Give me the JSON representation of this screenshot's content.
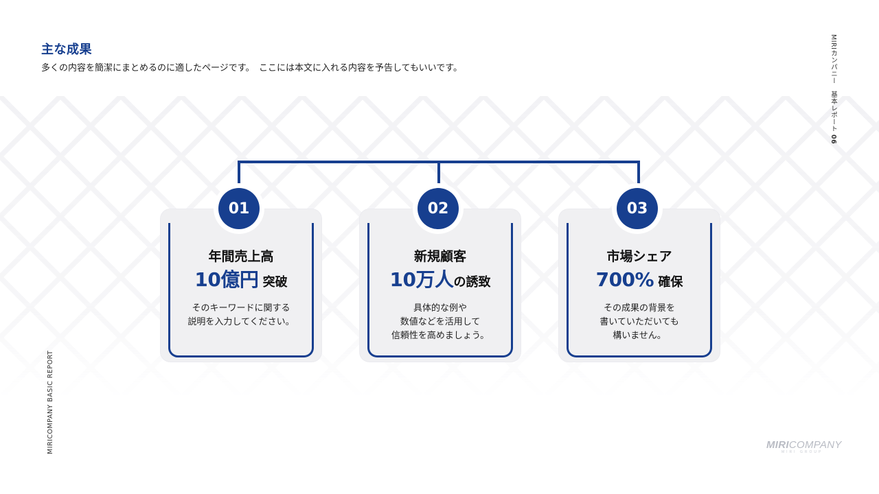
{
  "header": {
    "title": "主な成果",
    "subtitle": "多くの内容を簡潔にまとめるのに適したページです。　ここには本文に入れる内容を予告してもいいです。"
  },
  "side_right": {
    "text": "MIRIカンパニー　基本レポート",
    "page": "06"
  },
  "side_left": {
    "text": "MIRICOMPANY BASIC REPORT"
  },
  "cards": [
    {
      "number": "01",
      "heading": "年間売上高",
      "highlight": "10億円",
      "suffix": " 突破",
      "description": "そのキーワードに関する\n説明を入力してください。"
    },
    {
      "number": "02",
      "heading": "新規顧客",
      "highlight": "10万人",
      "suffix": "の誘致",
      "description": "具体的な例や\n数値などを活用して\n信頼性を高めましょう。"
    },
    {
      "number": "03",
      "heading": "市場シェア",
      "highlight": "700%",
      "suffix": " 確保",
      "description": "その成果の背景を\n書いていただいても\n構いません。"
    }
  ],
  "logo": {
    "mark": "MIRI",
    "text": "COMPANY",
    "sub": "MIRI GROUP"
  },
  "colors": {
    "accent": "#173f8f",
    "card_bg": "#f0f0f2"
  },
  "icons": [
    "connector-lines",
    "number-badge"
  ]
}
